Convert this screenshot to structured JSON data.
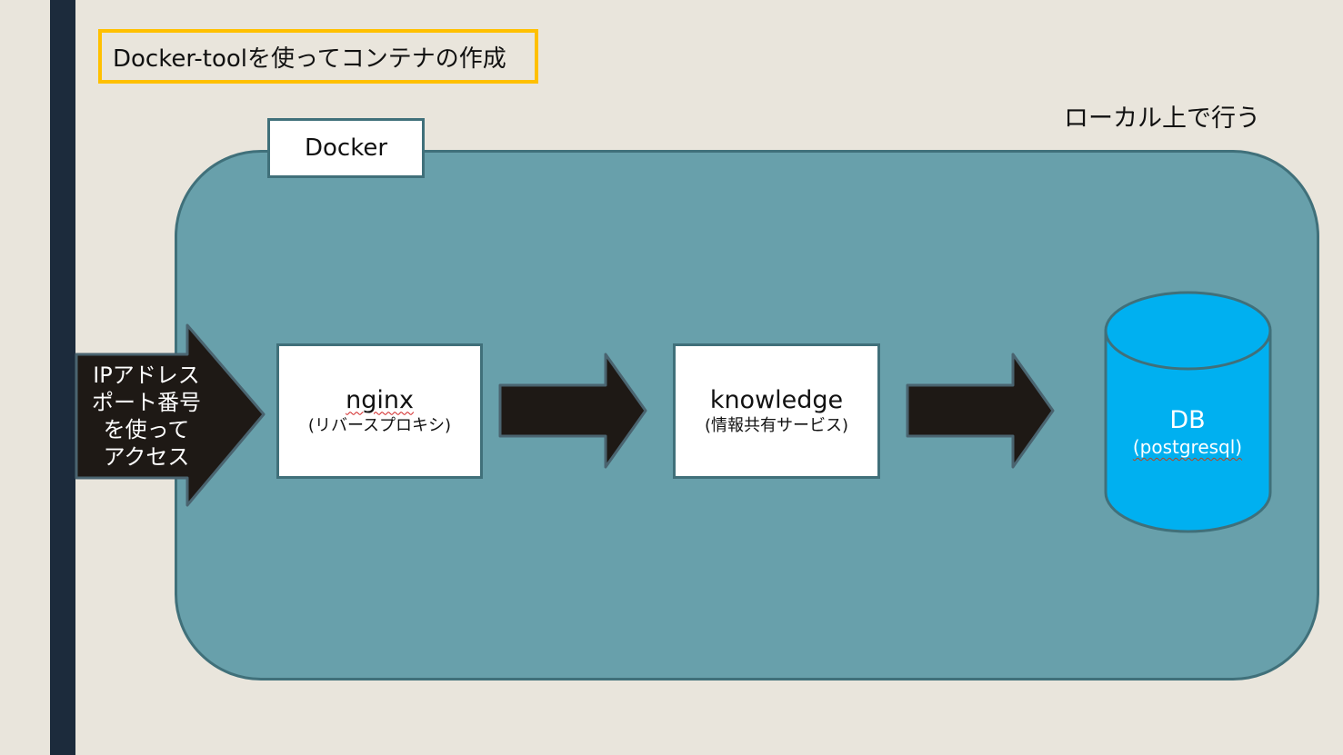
{
  "slide": {
    "title": "Docker-toolを使ってコンテナの作成",
    "location_note": "ローカル上で行う"
  },
  "container_label": "Docker",
  "access": {
    "lines": [
      "IPアドレス",
      "ポート番号",
      "を使って",
      "アクセス"
    ]
  },
  "nodes": {
    "nginx": {
      "name": "nginx",
      "sub": "(リバースプロキシ)"
    },
    "knowledge": {
      "name": "knowledge",
      "sub": "(情報共有サービス)"
    },
    "db": {
      "name": "DB",
      "sub": "(postgresql)"
    }
  },
  "colors": {
    "background": "#E9E5DC",
    "left_bar": "#1C2B3C",
    "title_border": "#FFC000",
    "container_fill": "#68A0AB",
    "container_border": "#40707A",
    "arrow_fill": "#1E1915",
    "db_fill": "#00B0F0"
  }
}
